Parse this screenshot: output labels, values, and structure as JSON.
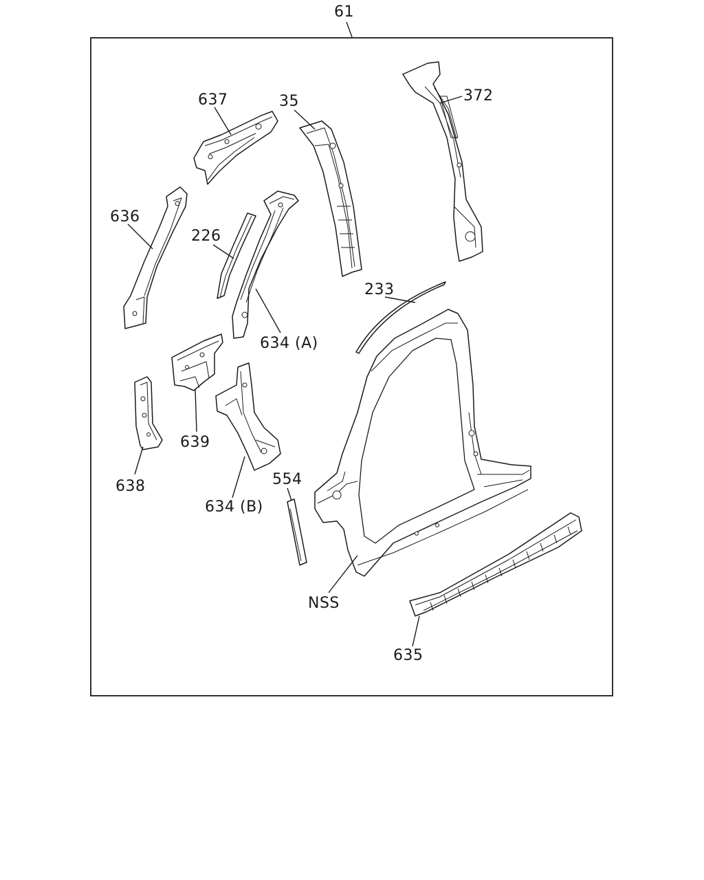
{
  "labels": {
    "assembly": "61",
    "roof_side_rail": "637",
    "center_pillar_outer": "35",
    "center_pillar_reinforcement": "372",
    "front_pillar_upper": "636",
    "weatherstrip_226": "226",
    "front_pillar_inner_a": "634 (A)",
    "roof_drip_molding": "233",
    "hinge_pillar_bracket": "639",
    "hinge_pillar_reinforcement": "638",
    "front_pillar_inner_b": "634 (B)",
    "seal_554": "554",
    "side_panel": "NSS",
    "rocker_sill": "635"
  }
}
